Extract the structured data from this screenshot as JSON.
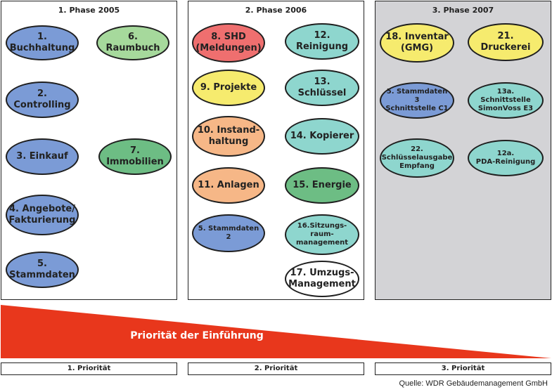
{
  "phases": [
    {
      "title": "1. Phase 2005"
    },
    {
      "title": "2. Phase 2006"
    },
    {
      "title": "3. Phase 2007"
    }
  ],
  "nodes": [
    {
      "label": "1. Buchhaltung",
      "color": "#7b9bd6"
    },
    {
      "label": "6. Raumbuch",
      "color": "#a6d99c"
    },
    {
      "label": "2. Controlling",
      "color": "#7b9bd6"
    },
    {
      "label": "3. Einkauf",
      "color": "#7b9bd6"
    },
    {
      "label": "7. Immobilien",
      "color": "#6dbd84"
    },
    {
      "label": "4. Angebote/\nFakturierung",
      "color": "#7b9bd6"
    },
    {
      "label": "5. Stammdaten",
      "color": "#7b9bd6"
    },
    {
      "label": "8. SHD\n(Meldungen)",
      "color": "#ef6f6f"
    },
    {
      "label": "12. Reinigung",
      "color": "#8ed6ce"
    },
    {
      "label": "9. Projekte",
      "color": "#f6eb6e"
    },
    {
      "label": "13. Schlüssel",
      "color": "#8ed6ce"
    },
    {
      "label": "10. Instand-\nhaltung",
      "color": "#f6b787"
    },
    {
      "label": "14. Kopierer",
      "color": "#8ed6ce"
    },
    {
      "label": "11. Anlagen",
      "color": "#f6b787"
    },
    {
      "label": "15. Energie",
      "color": "#6dbd84"
    },
    {
      "label": "5. Stammdaten\n2",
      "color": "#7b9bd6"
    },
    {
      "label": "16.Sitzungs-\nraum-\nmanagement",
      "color": "#8ed6ce"
    },
    {
      "label": "17. Umzugs-\nManagement",
      "color": "#ffffff"
    },
    {
      "label": "18. Inventar\n(GMG)",
      "color": "#f6eb6e"
    },
    {
      "label": "21. Druckerei",
      "color": "#f6eb6e"
    },
    {
      "label": "5. Stammdaten 3\nSchnittstelle C1",
      "color": "#7b9bd6"
    },
    {
      "label": "13a. Schnittstelle\nSimonVoss E3",
      "color": "#8ed6ce"
    },
    {
      "label": "22.\nSchlüsselausgabe\nEmpfang",
      "color": "#8ed6ce"
    },
    {
      "label": "12a.\nPDA-Reinigung",
      "color": "#8ed6ce"
    }
  ],
  "colors": {
    "phase3_bg": "#d3d3d6",
    "wedge": "#e8371c"
  },
  "priority_arrow": {
    "label": "Priorität der Einführung"
  },
  "priorities": [
    {
      "label": "1. Priorität"
    },
    {
      "label": "2. Priorität"
    },
    {
      "label": "3. Priorität"
    }
  ],
  "source": "Quelle: WDR Gebäudemanagement GmbH"
}
